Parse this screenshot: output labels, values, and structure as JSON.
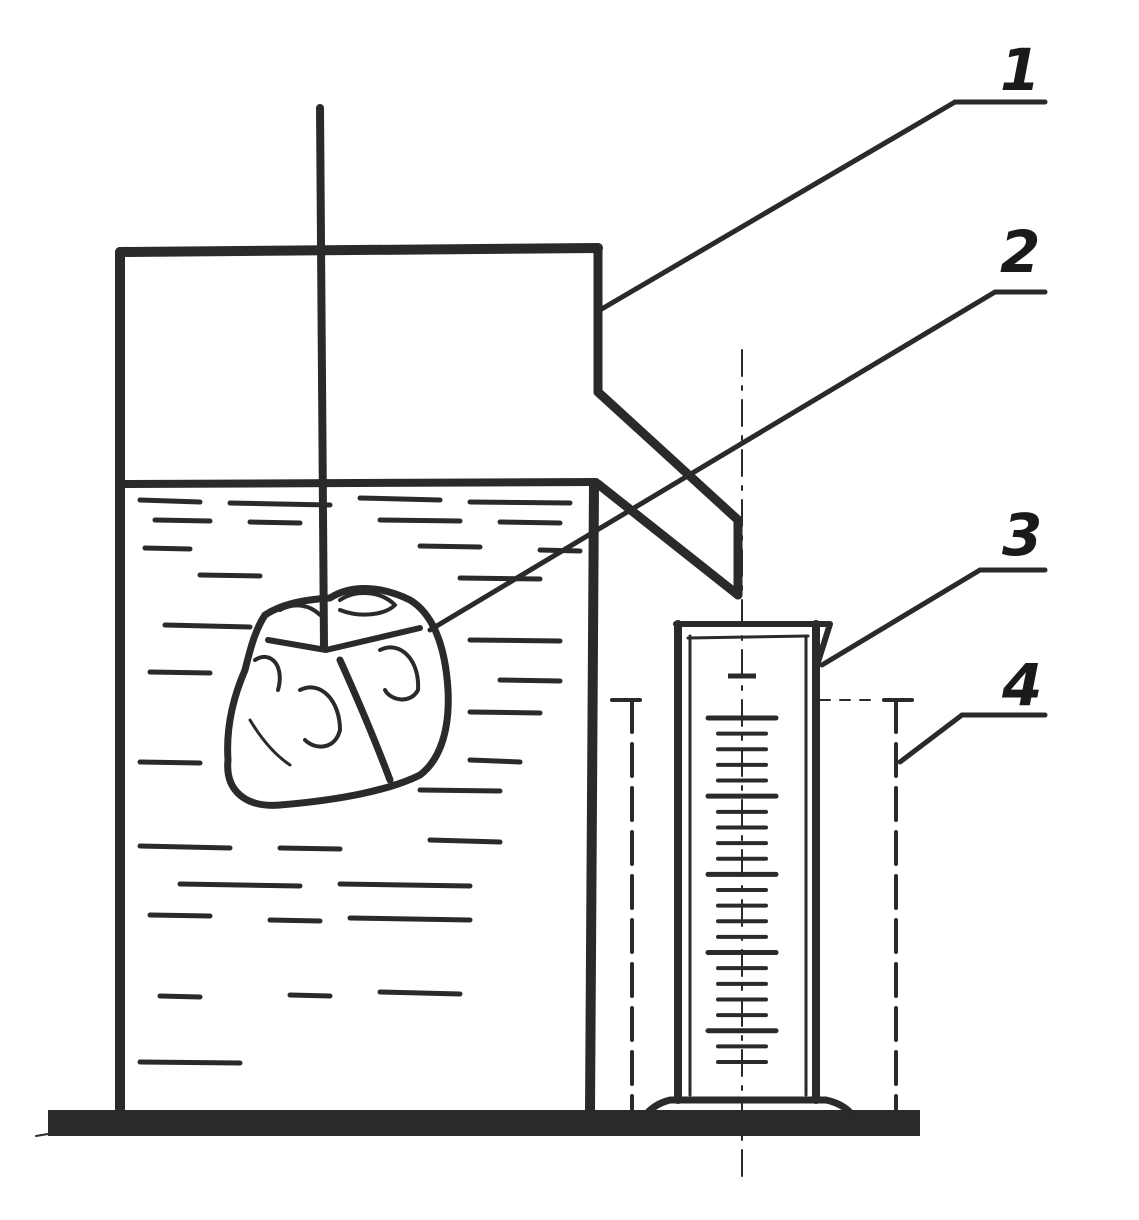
{
  "callouts": [
    {
      "id": "1",
      "label": "1"
    },
    {
      "id": "2",
      "label": "2"
    },
    {
      "id": "3",
      "label": "3"
    },
    {
      "id": "4",
      "label": "4"
    }
  ],
  "colors": {
    "ink": "#2a2a2a",
    "paper": "#ffffff"
  }
}
